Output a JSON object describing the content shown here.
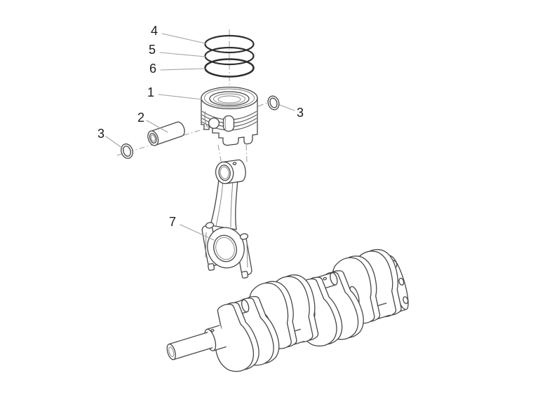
{
  "page": {
    "background": "#ffffff"
  },
  "diagram": {
    "kind": "exploded-parts-line-drawing",
    "colors": {
      "part_outline": "#474747",
      "bold_ring_outline": "#2e2e2e",
      "detail_line": "#7b7b7b",
      "leader_line": "#a3a3a3",
      "centerline": "#9a9a9a",
      "label_text": "#1c1c1c",
      "background": "#ffffff"
    },
    "callouts": [
      {
        "label": "4",
        "part": "top-piston-ring"
      },
      {
        "label": "5",
        "part": "second-piston-ring"
      },
      {
        "label": "6",
        "part": "oil-scraper-ring"
      },
      {
        "label": "1",
        "part": "piston"
      },
      {
        "label": "3",
        "part": "circlip-right"
      },
      {
        "label": "2",
        "part": "piston-pin"
      },
      {
        "label": "3",
        "part": "circlip-left"
      },
      {
        "label": "7",
        "part": "connecting-rod"
      }
    ]
  }
}
